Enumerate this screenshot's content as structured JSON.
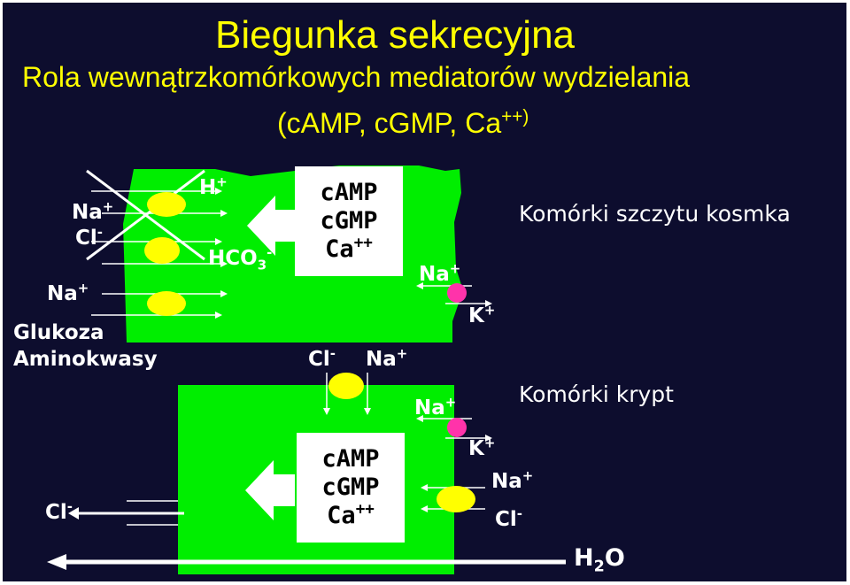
{
  "title": "Biegunka sekrecyjna",
  "subtitle_line1": "Rola wewnątrzkomórkowych mediatorów wydzielania",
  "subtitle_line2": "(cAMP, cGMP, Ca",
  "subtitle_sup": "++)",
  "upper_cell": {
    "label": "Komórki szczytu kosmka",
    "ions_left": {
      "na1": "Na",
      "na1_sup": "+",
      "cl1": "Cl",
      "cl1_sup": "-",
      "na2": "Na",
      "na2_sup": "+",
      "glukoza": "Glukoza",
      "aminokwasy": "Aminokwasy"
    },
    "h_ion": "H",
    "h_sup": "+",
    "hco3": "HCO",
    "hco3_sub": "3",
    "hco3_sup": "-",
    "mediators": [
      "cAMP",
      "cGMP",
      "Ca"
    ],
    "mediator_sup": "++",
    "na_right": "Na",
    "na_right_sup": "+",
    "k_right": "K",
    "k_right_sup": "+",
    "cl_bottom": "Cl",
    "cl_bottom_sup": "-",
    "na_bottom": "Na",
    "na_bottom_sup": "+"
  },
  "lower_cell": {
    "label": "Komórki krypt",
    "na_right": "Na",
    "na_right_sup": "+",
    "k_right": "K",
    "k_right_sup": "+",
    "mediators": [
      "cAMP",
      "cGMP",
      "Ca"
    ],
    "mediator_sup": "++",
    "na_side": "Na",
    "na_side_sup": "+",
    "cl_side": "Cl",
    "cl_side_sup": "-",
    "cl_left": "Cl",
    "cl_left_sup": "-"
  },
  "water": "H",
  "water_sub": "2",
  "water_o": "O",
  "colors": {
    "background": "#0d0d2e",
    "cell": "#00ee00",
    "carrier": "#ffff00",
    "pump": "#ff33aa",
    "title": "#ffff00"
  }
}
